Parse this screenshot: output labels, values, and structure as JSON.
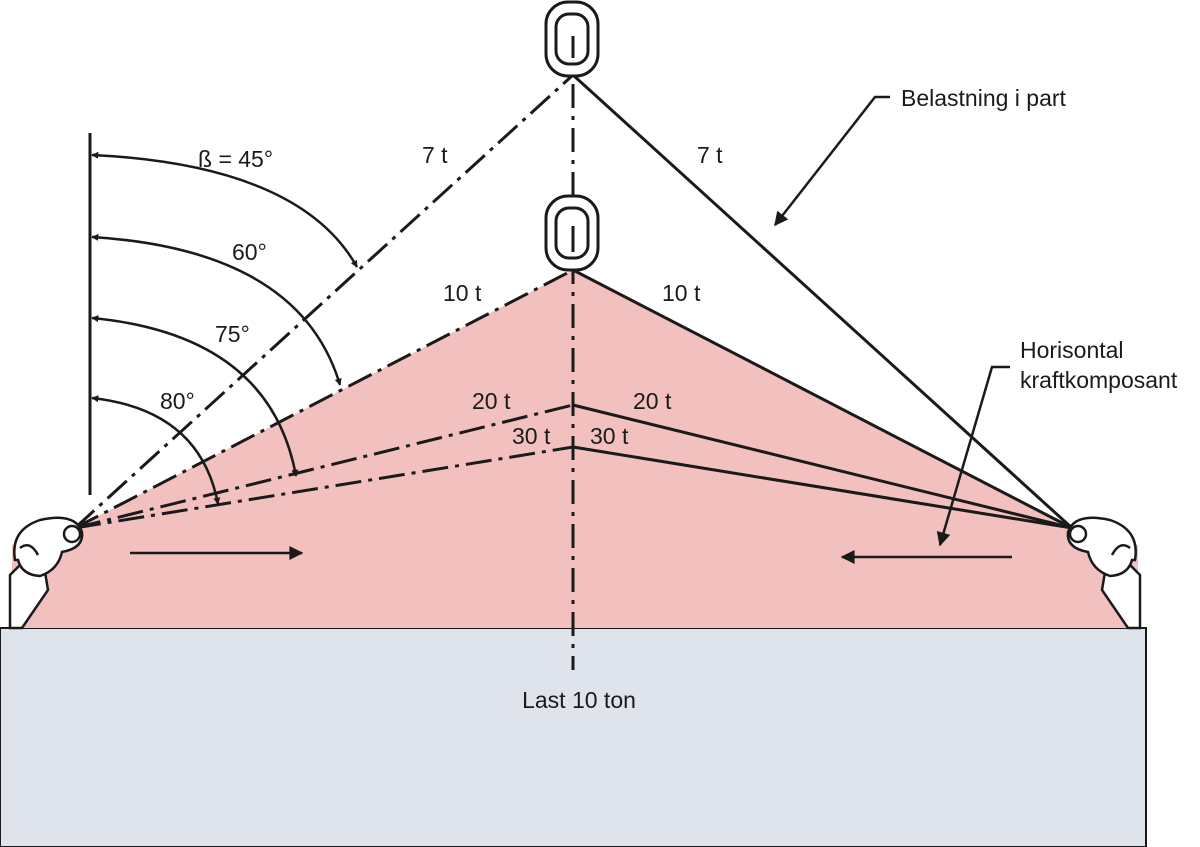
{
  "labels": {
    "beta_45": "ß = 45°",
    "angle_60": "60°",
    "angle_75": "75°",
    "angle_80": "80°",
    "load_7t_left": "7 t",
    "load_7t_right": "7 t",
    "load_10t_left": "10 t",
    "load_10t_right": "10 t",
    "load_20t_left": "20 t",
    "load_20t_right": "20 t",
    "load_30t_left": "30 t",
    "load_30t_right": "30 t",
    "part_load": "Belastning i part",
    "horizontal_line1": "Horisontal",
    "horizontal_line2": "kraftkomposant",
    "load_total": "Last 10 ton"
  },
  "colors": {
    "load_block": "#dfe3ec",
    "force_area": "#f2c1bf",
    "ink": "#1a1a1a"
  }
}
